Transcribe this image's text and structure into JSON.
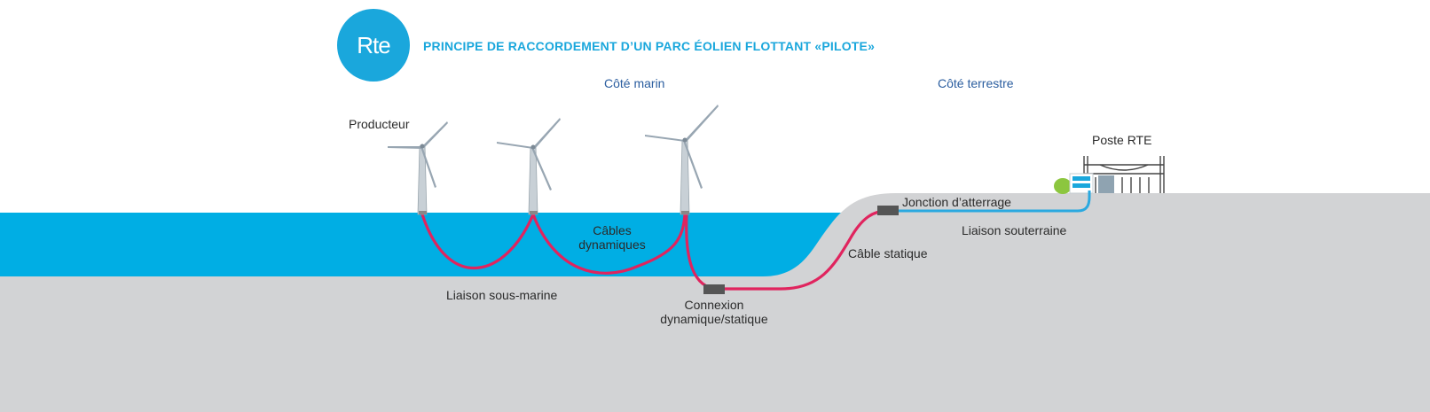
{
  "logo": {
    "text": "Rte",
    "color": "#1aa7dc"
  },
  "title": "PRINCIPE DE RACCORDEMENT D’UN PARC ÉOLIEN FLOTTANT «PILOTE»",
  "sides": {
    "marine": "Côté marin",
    "terrestre": "Côté terrestre"
  },
  "labels": {
    "producteur": "Producteur",
    "poste": "Poste RTE",
    "cables_dyn_1": "Câbles",
    "cables_dyn_2": "dynamiques",
    "liaison_sous_marine": "Liaison sous-marine",
    "connexion_1": "Connexion",
    "connexion_2": "dynamique/statique",
    "cable_statique": "Câble statique",
    "jonction": "Jonction d’atterrage",
    "liaison_souterraine": "Liaison souterraine"
  },
  "colors": {
    "sea": "#00aee4",
    "ground": "#d2d3d5",
    "submarine_cable": "#e0245e",
    "underground_cable": "#2aa9e0",
    "side_label": "#2a5d9f",
    "joint": "#555555"
  }
}
